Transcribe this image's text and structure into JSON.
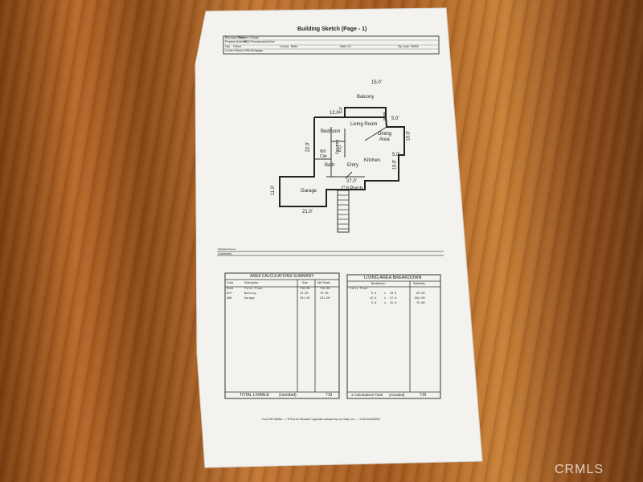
{
  "header": {
    "title": "Building Sketch (Page - 1)",
    "borrower_label": "Borrower/Client",
    "borrower": "Romero, Donya",
    "address_label": "Property Address",
    "address": "3824 Pennsylvania Drive",
    "city_label": "City",
    "city": "Chico",
    "county_label": "County",
    "county": "Butte",
    "state_label": "State",
    "state": "CA",
    "zip_label": "Zip Code",
    "zip": "95926",
    "lender_label": "Lender",
    "lender": "Mission Hills Mortgage"
  },
  "sketch": {
    "dims": {
      "balcony_w": "15.0'",
      "bed_w": "12.0'",
      "balc_side": "5.0'",
      "right_top": "5.0'",
      "right_side": "10.0'",
      "right_mid": "5.0'",
      "right_lower": "10.0'",
      "left_h": "22.0'",
      "porch_w": "27.0'",
      "garage_h": "11.0'",
      "garage_w": "21.0'"
    },
    "rooms": {
      "balcony": "Balcony",
      "living": "Living Room",
      "bedroom": "Bedroom",
      "dining": "Dining",
      "dining2": "Area",
      "laundry": "Laundry",
      "laundry2": "Clst",
      "wi": "W/I",
      "wi2": "Clst",
      "bath": "Bath",
      "entry": "Entry",
      "kitchen": "Kitchen",
      "garage": "Garage",
      "porch": "C'd Porch"
    }
  },
  "comments": {
    "weighted_label": "Weighted Area A",
    "label": "Comments:"
  },
  "area_summary": {
    "title": "AREA CALCULATIONS SUMMARY",
    "headers": [
      "Code",
      "Description",
      "Size",
      "Net Totals"
    ],
    "rows": [
      [
        "GLA1",
        "First Floor",
        "718.80",
        "718.80"
      ],
      [
        "B/P",
        "Balcony",
        "78.00",
        "78.00"
      ],
      [
        "GAR",
        "Garage",
        "231.00",
        "231.00"
      ]
    ],
    "total_label": "TOTAL LIVABLE",
    "rounded": "(rounded)",
    "total": "719"
  },
  "living_breakdown": {
    "title": "LIVING AREA BREAKDOWN",
    "headers": [
      "Breakdown",
      "Subtotals"
    ],
    "section": "First Floor",
    "rows": [
      [
        "5.0",
        "x",
        "10.0",
        "50.00"
      ],
      [
        "22.0",
        "x",
        "27.0",
        "594.00"
      ],
      [
        "5.0",
        "x",
        "15.0",
        "75.00"
      ]
    ],
    "total_label": "3 Calculations Total",
    "rounded": "(rounded)",
    "total": "719"
  },
  "footer": "Form SKT.BldSkl — \"TOTAL for Windows\" appraisal software by a la mode, inc. — 1-800-ALAMODE",
  "watermark": "CRMLS"
}
